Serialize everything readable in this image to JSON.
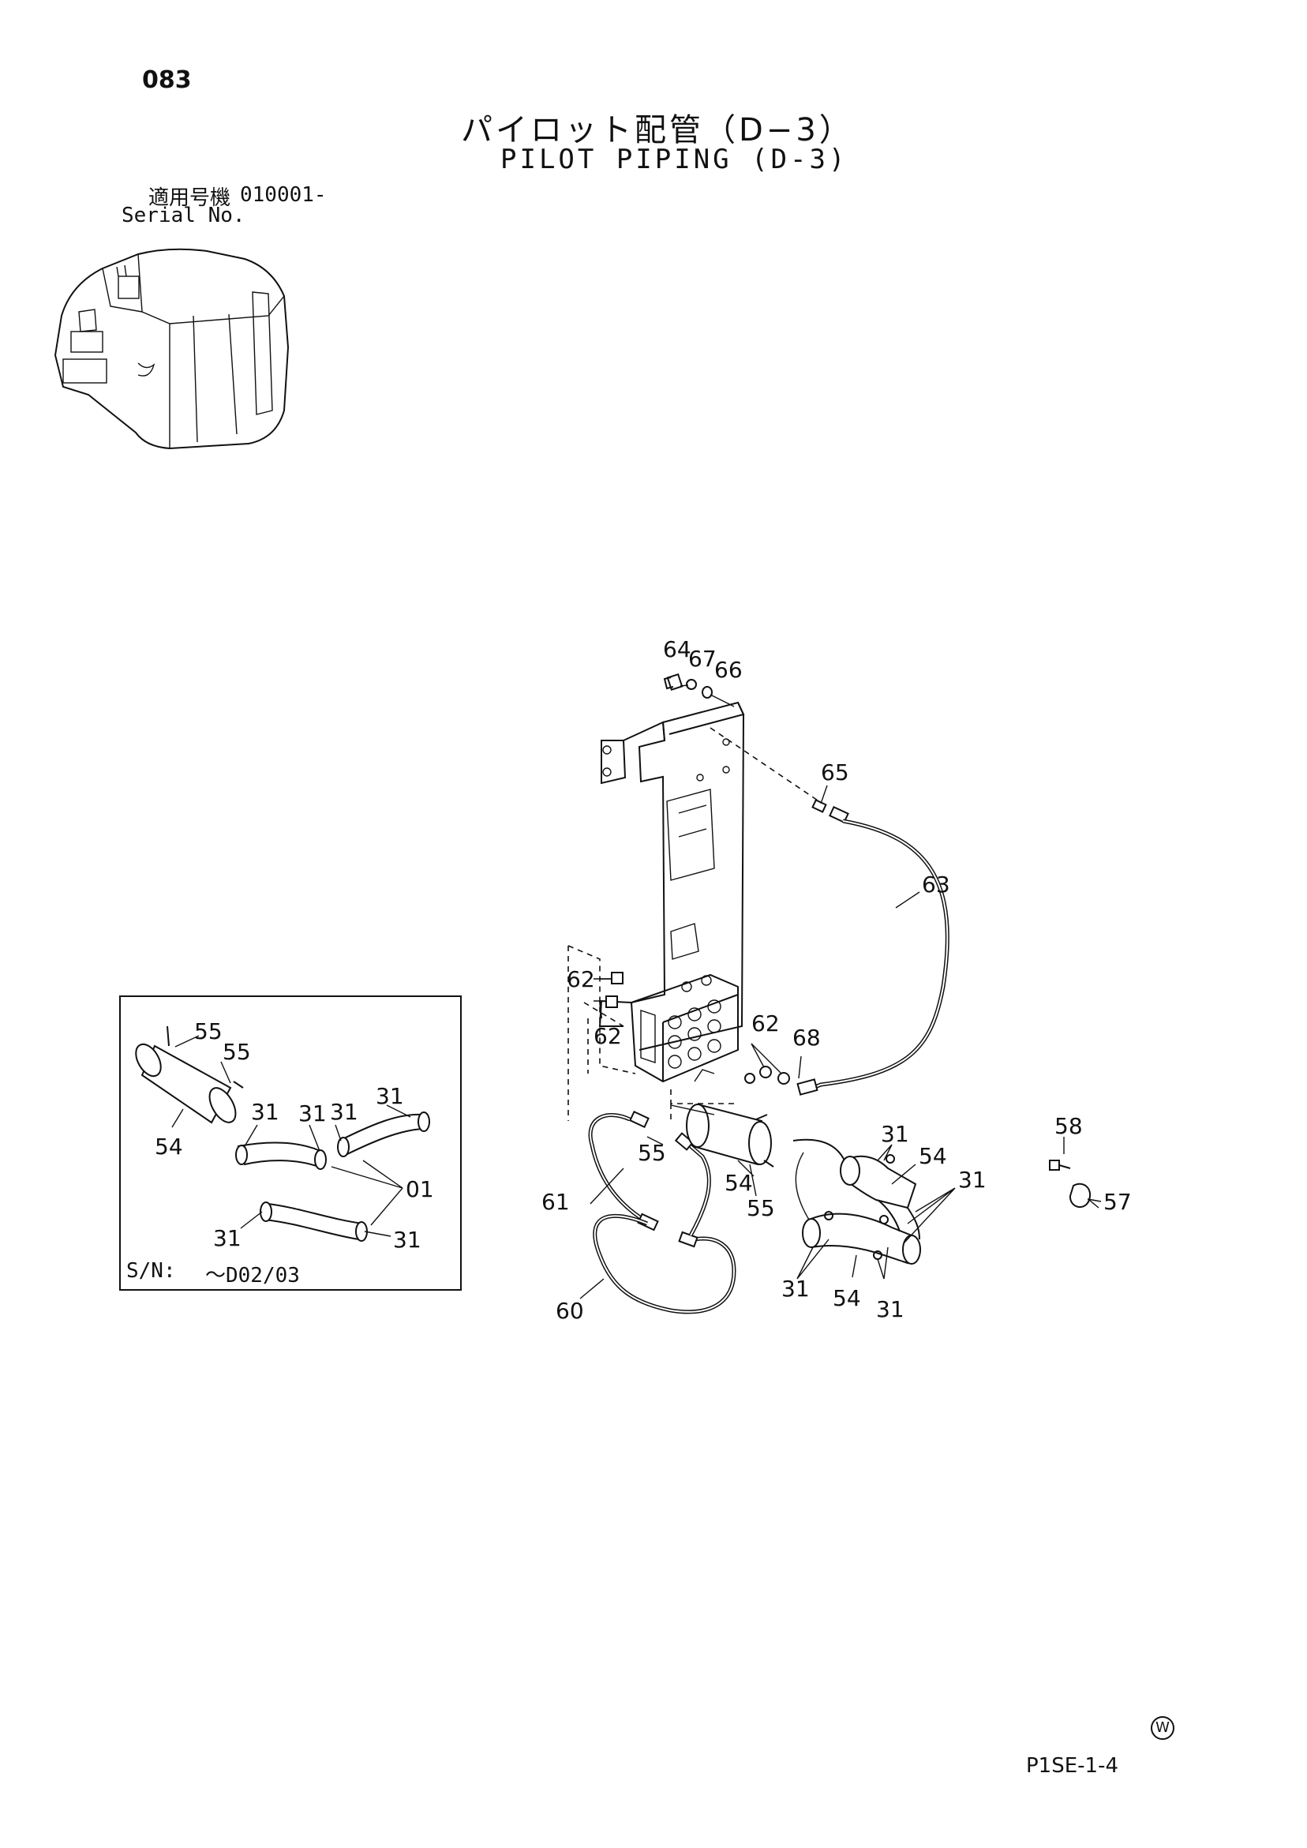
{
  "header": {
    "page_number": "083",
    "title_ja": "パイロット配管（D−3）",
    "title_en": "PILOT PIPING (D-3)",
    "serial_label_ja": "適用号機",
    "serial_value": "010001-",
    "serial_label_en": "Serial No."
  },
  "inset": {
    "sn_label": "S/N:",
    "sn_value": "～D02/03"
  },
  "footer": {
    "page_code": "P1SE-1-4",
    "mark": "W"
  },
  "icons": {
    "machine": "excavator-cab-thumbnail-icon",
    "mark": "circled-w-icon"
  },
  "callouts": {
    "c64": "64",
    "c67": "67",
    "c66": "66",
    "c65": "65",
    "c63": "63",
    "c62a": "62",
    "c62b": "62",
    "c62c": "62",
    "c68": "68",
    "c55a": "55",
    "c54a": "54",
    "c55b": "55",
    "c61": "61",
    "c60": "60",
    "c31a": "31",
    "c54b": "54",
    "c31b": "31",
    "c31c": "31",
    "c54c": "54",
    "c31d": "31",
    "c58": "58",
    "c57": "57",
    "i55a": "55",
    "i55b": "55",
    "i54": "54",
    "i31a": "31",
    "i31b": "31",
    "i31c": "31",
    "i31d": "31",
    "i01": "01",
    "i31e": "31",
    "i31f": "31"
  }
}
